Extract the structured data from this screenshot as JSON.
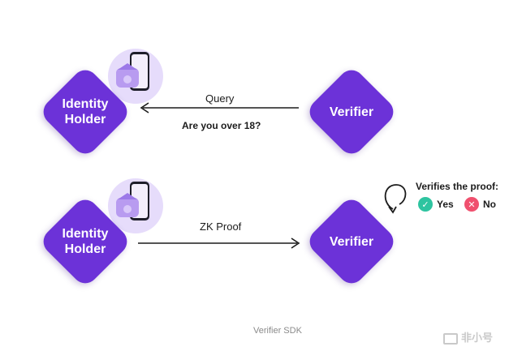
{
  "top": {
    "holder_label": "Identity\nHolder",
    "verifier_label": "Verifier",
    "arrow_label": "Query",
    "question": "Are you over 18?"
  },
  "bottom": {
    "holder_label": "Identity\nHolder",
    "verifier_label": "Verifier",
    "arrow_label": "ZK Proof",
    "verify_title": "Verifies the proof:",
    "yes_label": "Yes",
    "no_label": "No"
  },
  "caption": "Verifier SDK",
  "watermark": "非小号",
  "colors": {
    "diamond": "#6c32d8",
    "badge": "#e6dcfb",
    "yes": "#2ec4a0",
    "no": "#f0506e"
  }
}
